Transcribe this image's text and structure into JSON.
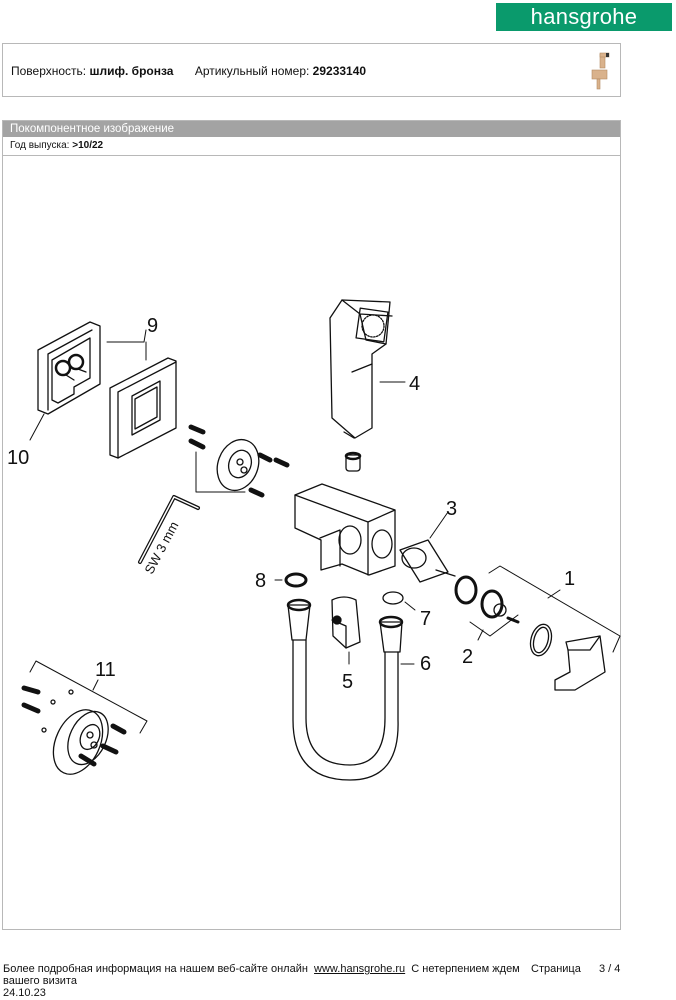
{
  "brand": {
    "logo_text": "hansgrohe",
    "color": "#0a9a6c"
  },
  "product_info": {
    "surface_label": "Поверхность:",
    "surface_value": "шлиф. бронза",
    "article_label": "Артикульный номер:",
    "article_value": "29233140",
    "thumbnail_icon": "bidet-shower-thumbnail",
    "thumbnail_color": "#d9b28c"
  },
  "section": {
    "title": "Покомпонентное изображение",
    "year_label": "Год выпуска:",
    "year_value": ">10/22"
  },
  "drawing": {
    "callouts": [
      "1",
      "2",
      "3",
      "4",
      "5",
      "6",
      "7",
      "8",
      "9",
      "10",
      "11"
    ],
    "tool_label": "SW 3 mm"
  },
  "footer": {
    "text_before_link": "Более подробная информация на нашем веб-сайте онлайн",
    "link": "www.hansgrohe.ru",
    "text_after_link": "С нетерпением ждем",
    "text_line2": "вашего визита",
    "date": "24.10.23",
    "page_label": "Страница",
    "page_number": "3 / 4"
  }
}
